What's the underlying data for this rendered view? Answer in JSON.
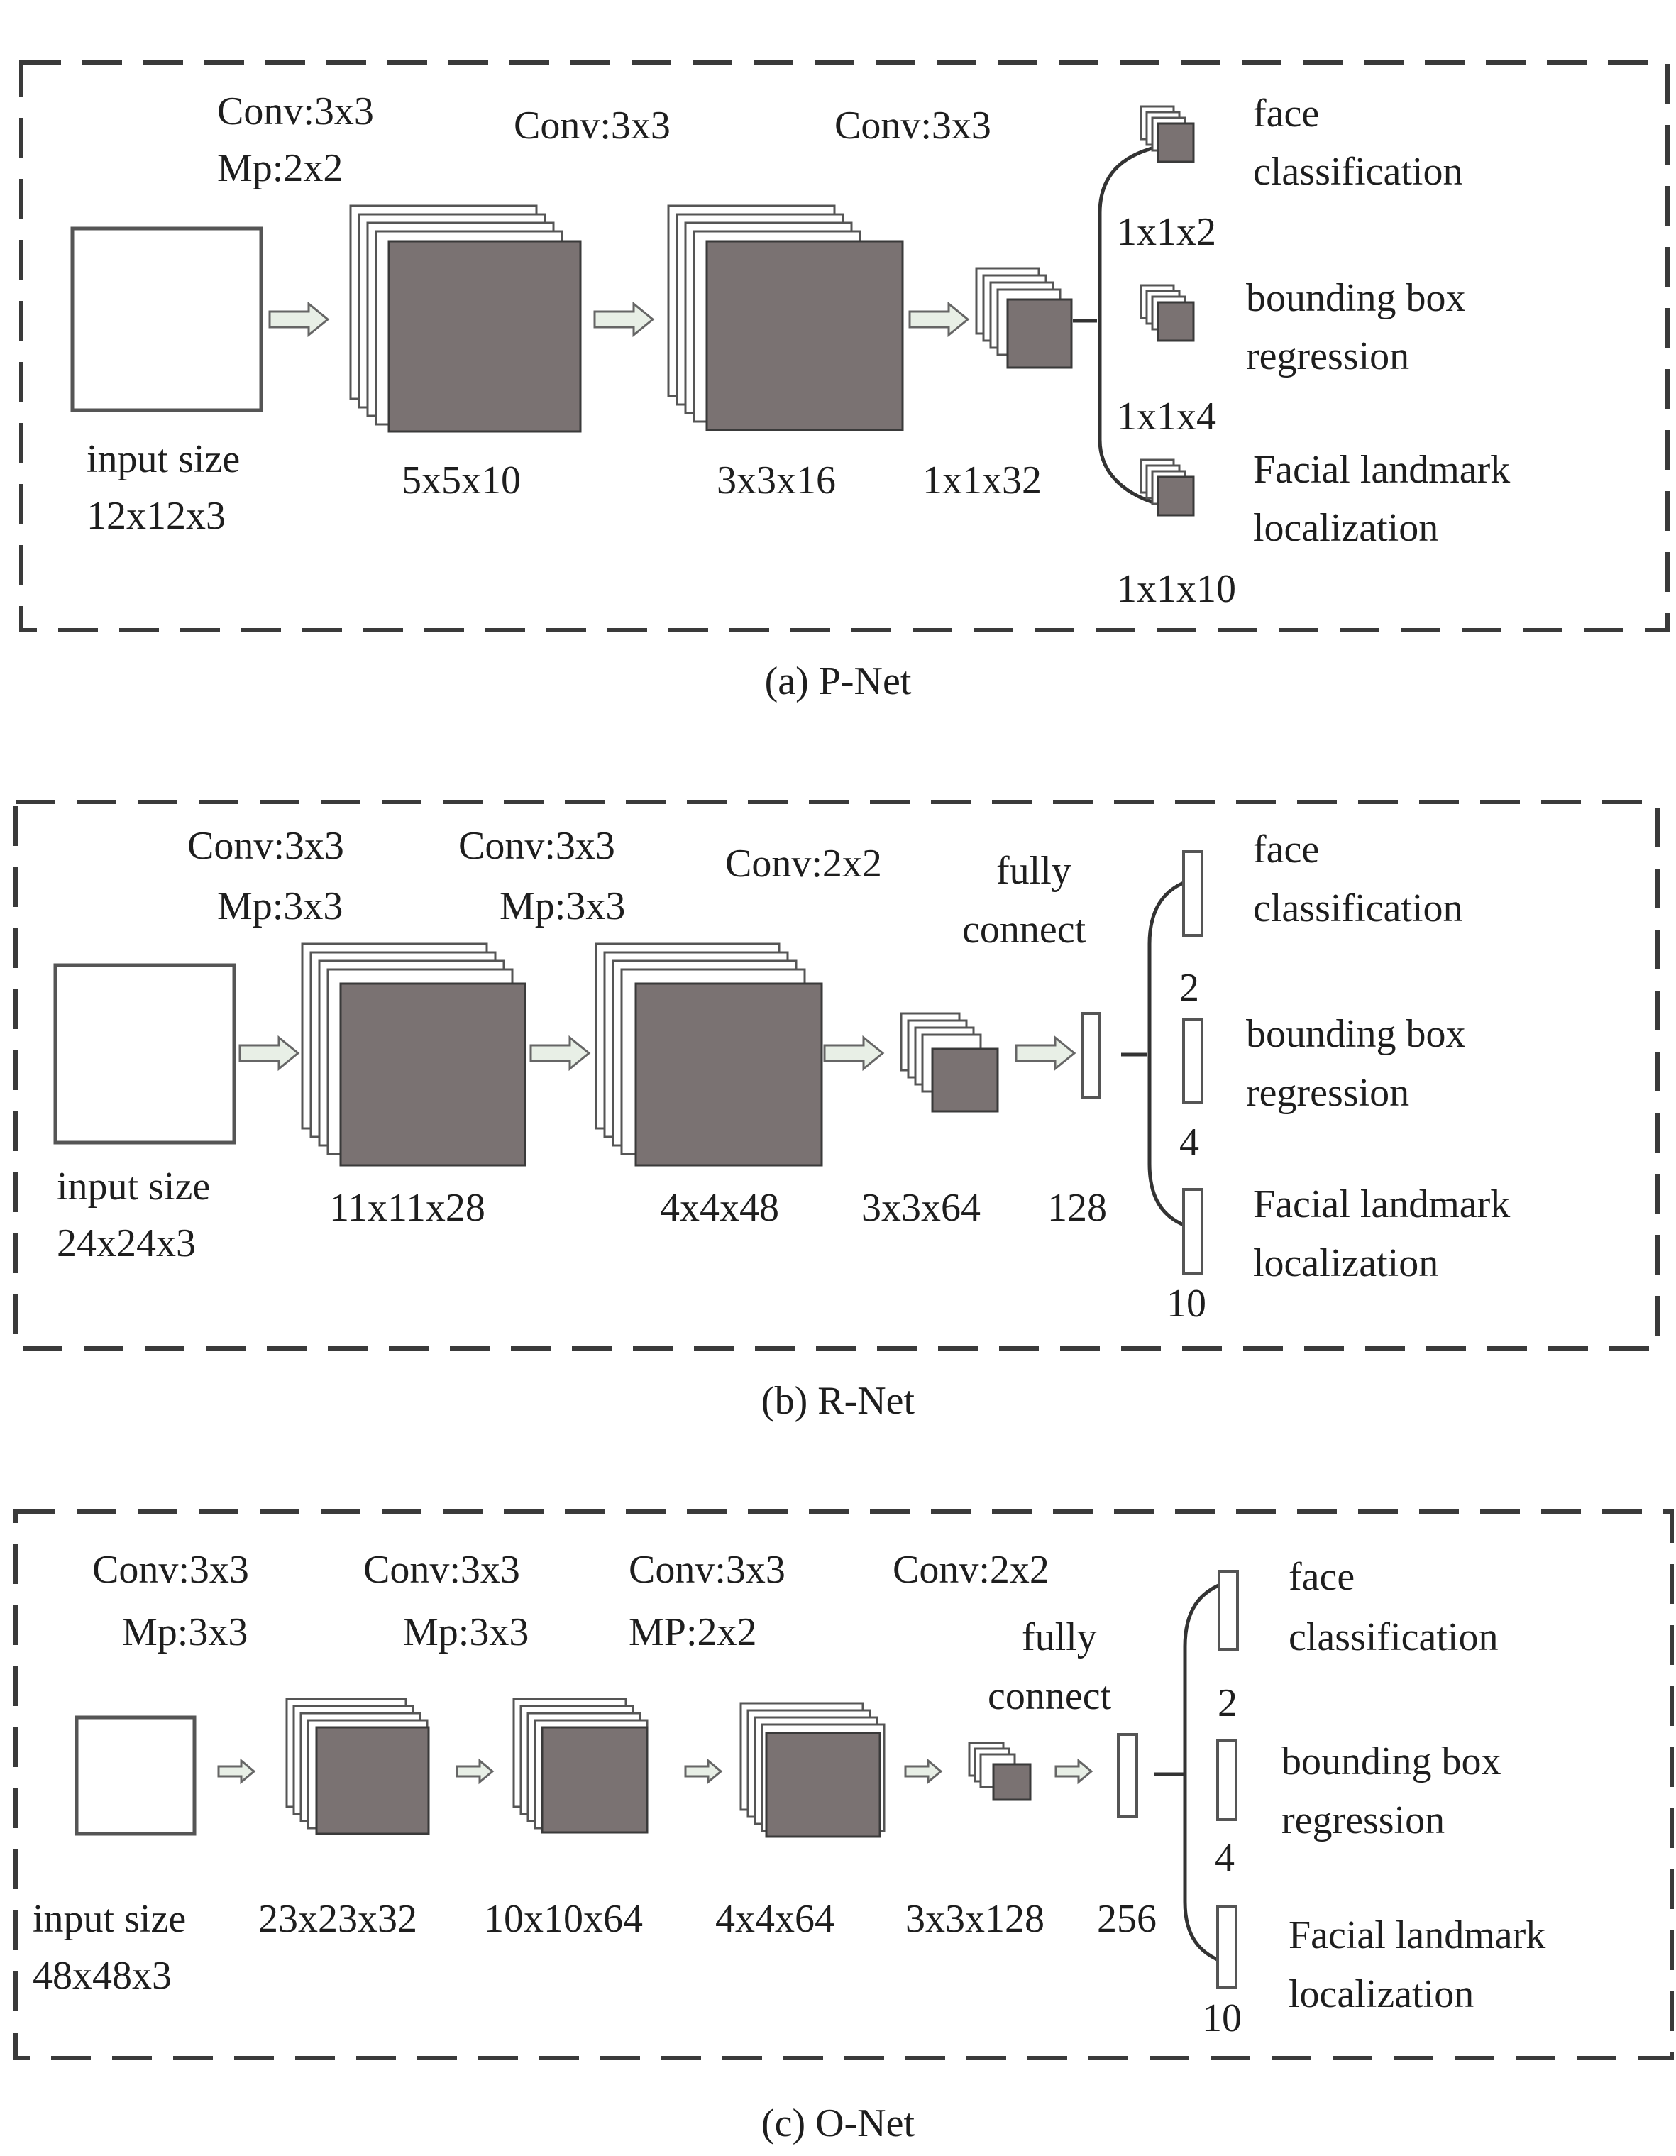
{
  "pnet": {
    "caption": "(a) P-Net",
    "ops": [
      "Conv:3x3",
      "Mp:2x2",
      "Conv:3x3",
      "Conv:3x3"
    ],
    "input": [
      "input size",
      "12x12x3"
    ],
    "sizes": [
      "5x5x10",
      "3x3x16",
      "1x1x32"
    ],
    "outputs": [
      {
        "label": [
          "face",
          "classification"
        ],
        "size": "1x1x2"
      },
      {
        "label": [
          "bounding box",
          "regression"
        ],
        "size": "1x1x4"
      },
      {
        "label": [
          "Facial landmark",
          "localization"
        ],
        "size": "1x1x10"
      }
    ]
  },
  "rnet": {
    "caption": "(b) R-Net",
    "ops": [
      "Conv:3x3",
      "Mp:3x3",
      "Conv:3x3",
      "Mp:3x3",
      "Conv:2x2",
      "fully",
      "connect"
    ],
    "input": [
      "input size",
      "24x24x3"
    ],
    "sizes": [
      "11x11x28",
      "4x4x48",
      "3x3x64",
      "128"
    ],
    "outputs": [
      {
        "label": [
          "face",
          "classification"
        ],
        "size": "2"
      },
      {
        "label": [
          "bounding box",
          "regression"
        ],
        "size": "4"
      },
      {
        "label": [
          "Facial landmark",
          "localization"
        ],
        "size": "10"
      }
    ]
  },
  "onet": {
    "caption": "(c) O-Net",
    "ops": [
      "Conv:3x3",
      "Mp:3x3",
      "Conv:3x3",
      "Mp:3x3",
      "Conv:3x3",
      "MP:2x2",
      "Conv:2x2",
      "fully",
      "connect"
    ],
    "input": [
      "input size",
      "48x48x3"
    ],
    "sizes": [
      "23x23x32",
      "10x10x64",
      "4x4x64",
      "3x3x128",
      "256"
    ],
    "outputs": [
      {
        "label": [
          "face",
          "classification"
        ],
        "size": "2"
      },
      {
        "label": [
          "bounding box",
          "regression"
        ],
        "size": "4"
      },
      {
        "label": [
          "Facial landmark",
          "localization"
        ],
        "size": "10"
      }
    ]
  }
}
